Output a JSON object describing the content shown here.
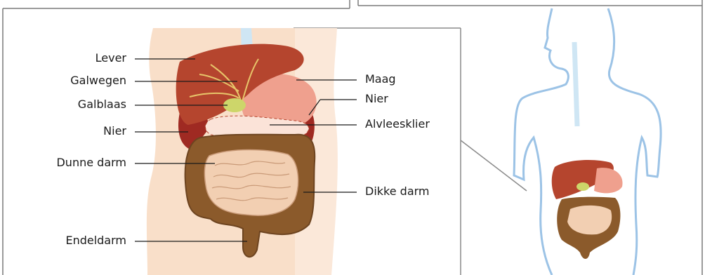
{
  "labels": {
    "left": [
      "Lever",
      "Galwegen",
      "Galblaas",
      "Nier",
      "Dunne darm",
      "Endeldarm"
    ],
    "right": [
      "Maag",
      "Nier",
      "Alvleesklier",
      "Dikke darm"
    ]
  },
  "colors": {
    "liver": "#b5452e",
    "gallbladder": "#cdd66a",
    "stomach": "#efa08e",
    "pancreas": "#fbe3d8",
    "kidney": "#9f2a22",
    "large_intestine": "#8b5a2b",
    "small_intestine": "#f2cfb2",
    "skin": "#f9dfc9",
    "body_outline": "#9cc3e6",
    "leader_line": "#1a1a1a"
  }
}
